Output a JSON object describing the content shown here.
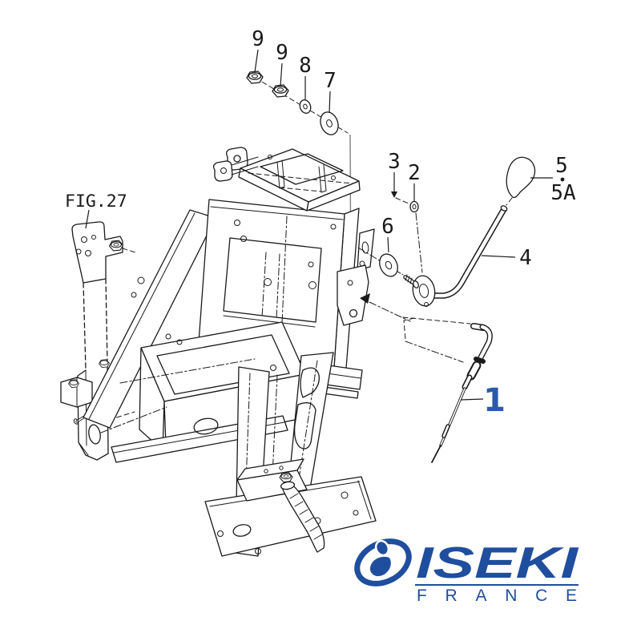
{
  "page": {
    "type": "exploded-parts-diagram",
    "background": "#ffffff"
  },
  "diagram": {
    "figure_ref": "FIG.27",
    "labels": {
      "l9a": "9",
      "l9b": "9",
      "l8": "8",
      "l7": "7",
      "l5": "5",
      "l5a": "5A",
      "l4": "4",
      "l3": "3",
      "l2": "2",
      "l6": "6",
      "l1": "1"
    },
    "highlighted_label": "1",
    "colors": {
      "line": "#1a1a1a",
      "highlight": "#2b5aa9",
      "guide": "#818181"
    }
  },
  "logo": {
    "brand": "ISEKI",
    "region": "FRANCE",
    "color": "#1f4e9e"
  }
}
